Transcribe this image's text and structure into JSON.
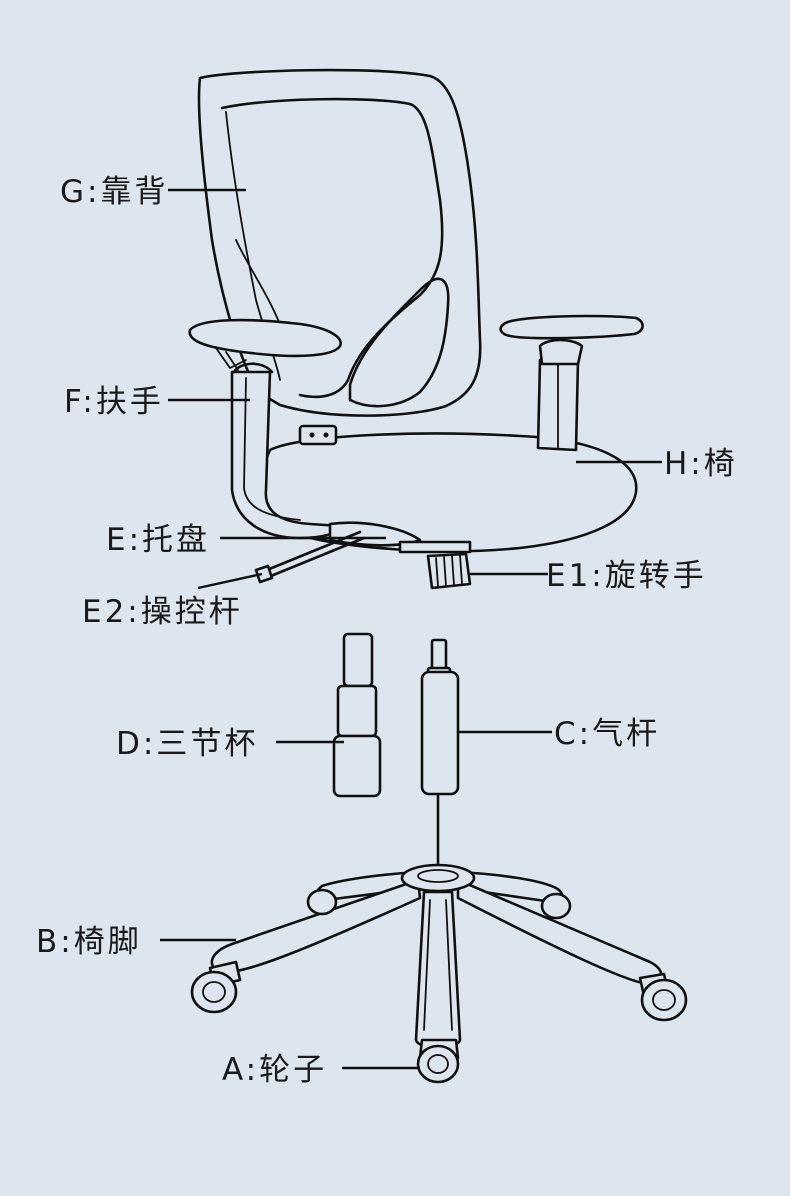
{
  "labels": {
    "backrest": "G:靠背",
    "armrest": "F:扶手",
    "seat": "H:椅",
    "tray": "E:托盘",
    "swivel_knob": "E1:旋转手",
    "lever": "E2:操控杆",
    "telescopic_cover": "D:三节杯",
    "gas_lift": "C:气杆",
    "base": "B:椅脚",
    "caster": "A:轮子"
  }
}
